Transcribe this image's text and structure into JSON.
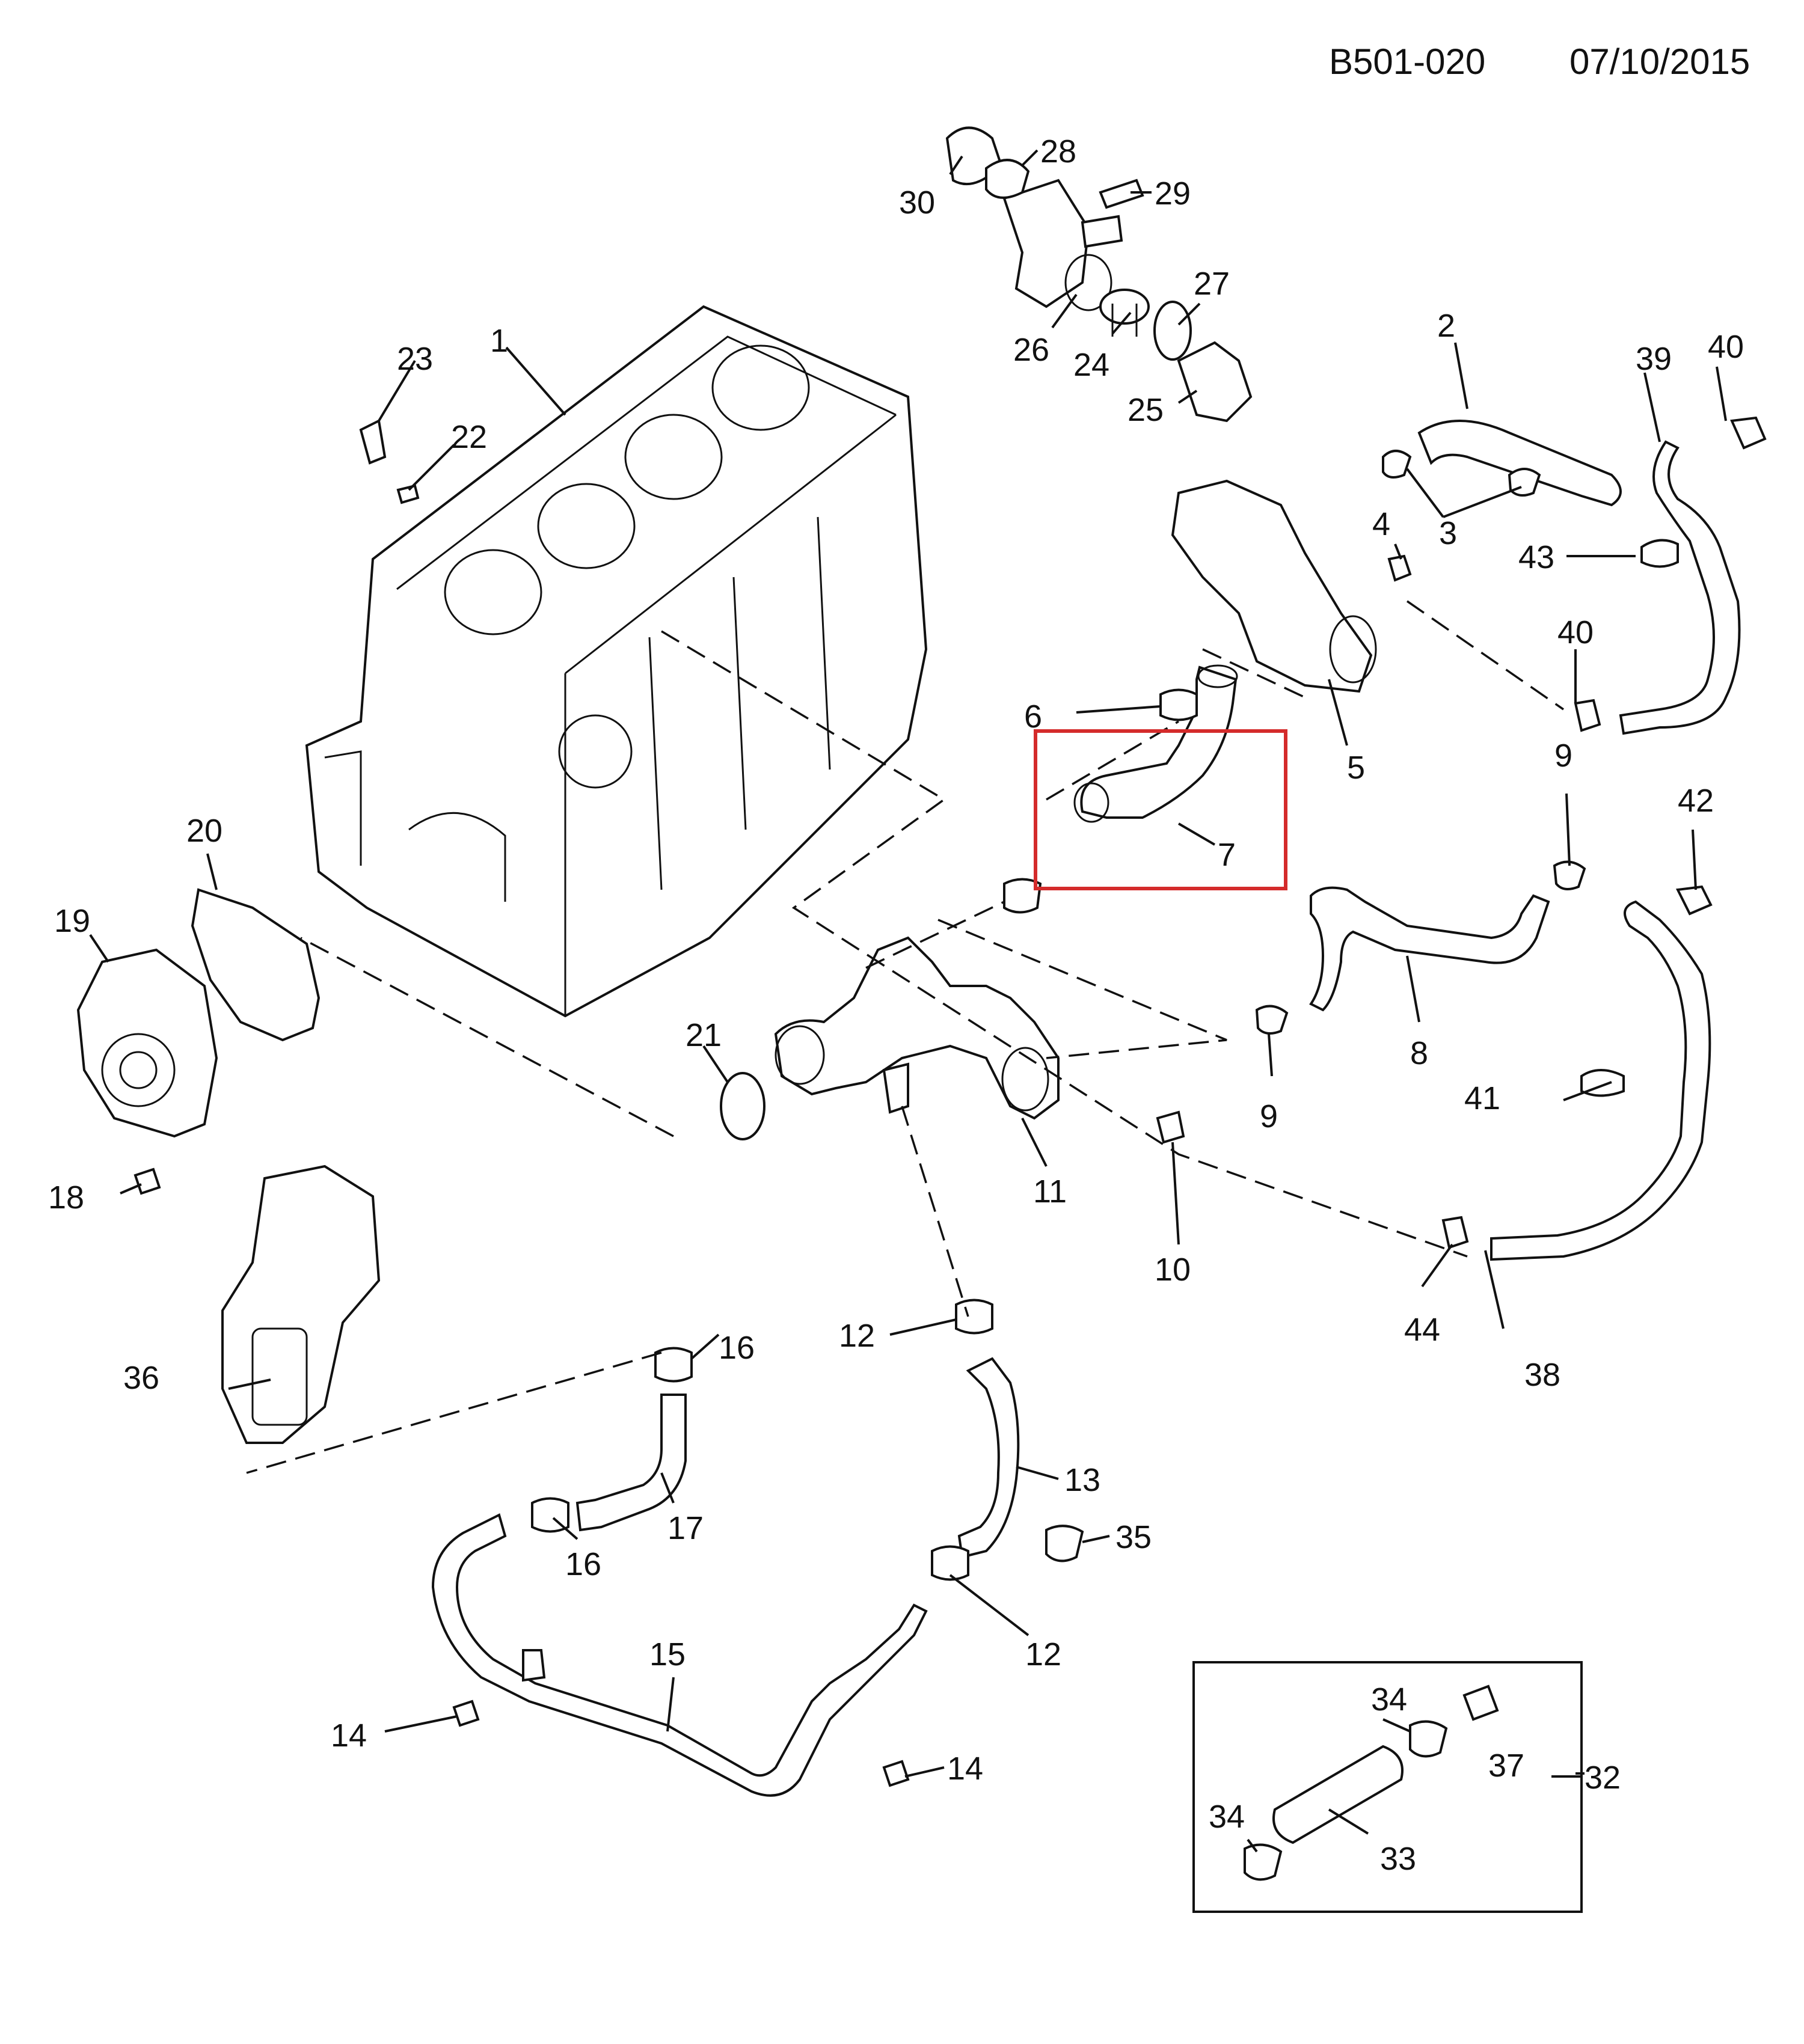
{
  "header": {
    "diagram_code": "B501-020",
    "date": "07/10/2015"
  },
  "callouts": {
    "c1": "1",
    "c2": "2",
    "c3": "3",
    "c4": "4",
    "c5": "5",
    "c6": "6",
    "c7": "7",
    "c8": "8",
    "c9a": "9",
    "c9b": "9",
    "c10": "10",
    "c11": "11",
    "c12a": "12",
    "c12b": "12",
    "c13": "13",
    "c14a": "14",
    "c14b": "14",
    "c15": "15",
    "c16a": "16",
    "c16b": "16",
    "c17": "17",
    "c18": "18",
    "c19": "19",
    "c20": "20",
    "c21": "21",
    "c22": "22",
    "c23": "23",
    "c24": "24",
    "c25": "25",
    "c26": "26",
    "c27": "27",
    "c28": "28",
    "c29": "29",
    "c30": "30",
    "c32": "32",
    "c33": "33",
    "c34a": "34",
    "c34b": "34",
    "c35": "35",
    "c36": "36",
    "c37": "37",
    "c38": "38",
    "c39": "39",
    "c40a": "40",
    "c40b": "40",
    "c41": "41",
    "c42": "42",
    "c43": "43",
    "c44": "44"
  },
  "highlight": {
    "part": "7",
    "color": "#d42b2b"
  }
}
